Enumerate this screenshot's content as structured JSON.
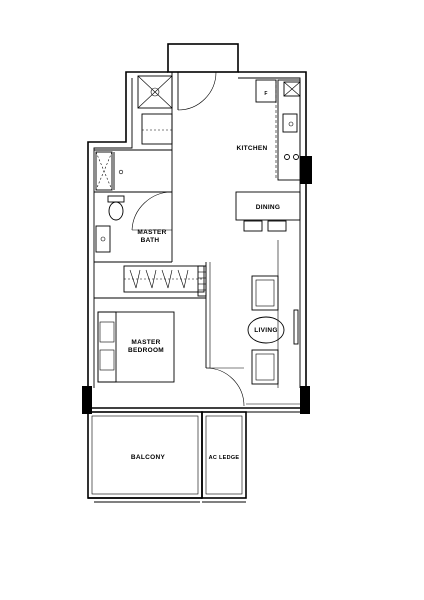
{
  "rooms": {
    "kitchen": "KITCHEN",
    "dining": "DINING",
    "master_bath_line1": "MASTER",
    "master_bath_line2": "BATH",
    "living": "LIVING",
    "master_bedroom_line1": "MASTER",
    "master_bedroom_line2": "BEDROOM",
    "balcony": "BALCONY",
    "ac_ledge": "AC LEDGE"
  },
  "fixtures": {
    "fridge_mark": "F"
  },
  "style": {
    "line_color": "#000000",
    "background": "#ffffff"
  }
}
